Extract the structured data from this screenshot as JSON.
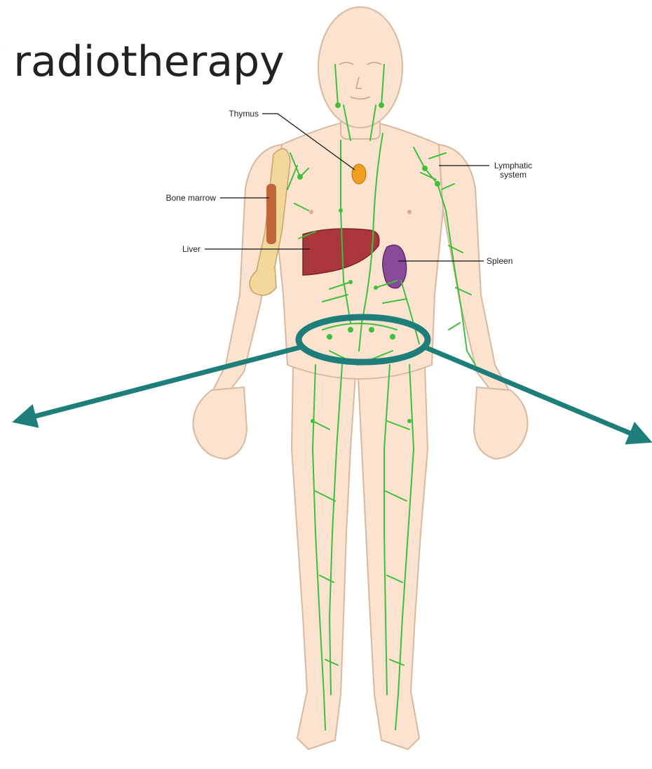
{
  "slide": {
    "title_text": "/ radiotherapy"
  },
  "diagram": {
    "labels": {
      "thymus": "Thymus",
      "lymphatic_line1": "Lymphatic",
      "lymphatic_line2": "system",
      "bone_marrow": "Bone marrow",
      "liver": "Liver",
      "spleen": "Spleen"
    }
  },
  "colors": {
    "skin": "#fbe3cf",
    "skin_outline": "#d8b9a0",
    "lymph": "#3fbf3a",
    "thymus": "#f0a020",
    "liver": "#a8363a",
    "spleen": "#8a4a9a",
    "bone": "#f1d89a",
    "highlight": "#1e7f7a",
    "title_text": "#222222"
  }
}
